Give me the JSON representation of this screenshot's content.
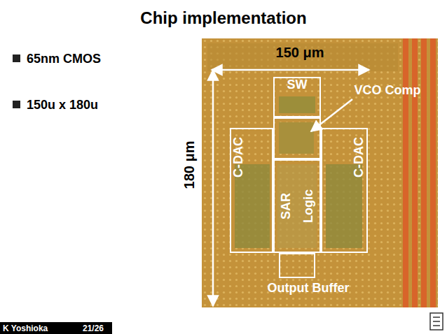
{
  "diagram": {
    "title": "Chip implementation",
    "nodes": [
      {
        "text": [
          "SW"
        ]
      },
      {
        "text": [
          "VCO Comp"
        ]
      },
      {
        "text": [
          "C-DAC"
        ]
      },
      {
        "text": [
          "SAR Logic"
        ]
      },
      {
        "text": [
          "C-DAC"
        ]
      },
      {
        "text": [
          "Output Buffer"
        ]
      }
    ],
    "labels": [
      "65nm CMOS",
      "150u x 180u",
      "150 μm",
      "180 μm",
      "K Yoshioka",
      "21/26"
    ]
  }
}
